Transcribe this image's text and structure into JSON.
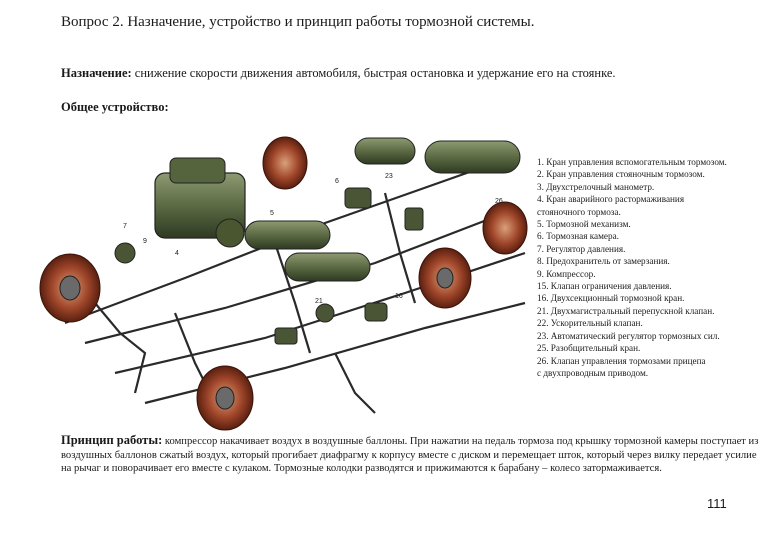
{
  "slide": {
    "title": "Вопрос 2. Назначение, устройство и принцип работы тормозной системы.",
    "purpose_label": "Назначение:",
    "purpose_text": " снижение скорости движения автомобиля, быстрая остановка и удержание его на стоянке.",
    "general_heading": "Общее устройство:",
    "legend": [
      "1. Кран управления вспомогательным тормозом.",
      "2. Кран управления стояночным тормозом.",
      "3. Двухстрелочный манометр.",
      "4. Кран аварийного растормаживания",
      "стояночного тормоза.",
      "5. Тормозной механизм.",
      "6. Тормозная камера.",
      "7. Регулятор давления.",
      "8. Предохранитель от замерзания.",
      "9. Компрессор.",
      "15. Клапан ограничения давления.",
      "16. Двухсекционный тормозной кран.",
      "21. Двухмагистральный перепускной клапан.",
      "22. Ускорительный клапан.",
      "23. Автоматический регулятор тормозных сил.",
      "25. Разобщительный кран.",
      "26. Клапан управления тормозами прицепа",
      "с двухпроводным приводом."
    ],
    "principle_label": "Принцип работы:",
    "principle_text": " компрессор накачивает воздух в воздушные баллоны. При нажатии на педаль тормоза под крышку тормозной камеры поступает из воздушных баллонов сжатый воздух, который прогибает диафрагму к корпусу вместе с диском и перемещает шток, который через вилку передает усилие на рычаг и поворачивает его вместе с кулаком. Тормозные колодки разводятся и прижимаются к барабану – колесо затормаживается.",
    "page_number": "111"
  }
}
